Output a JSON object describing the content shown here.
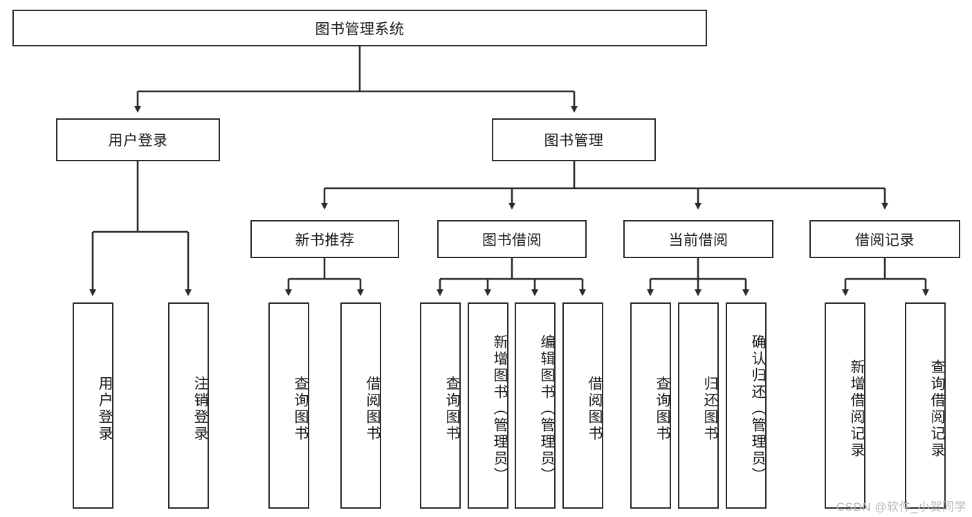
{
  "diagram": {
    "title": "图书管理系统",
    "type": "tree-hierarchy-flowchart",
    "root": {
      "id": "root",
      "label": "图书管理系统"
    },
    "level2": [
      {
        "id": "user-login",
        "label": "用户登录"
      },
      {
        "id": "book-manage",
        "label": "图书管理"
      }
    ],
    "level3": [
      {
        "id": "new-book-rec",
        "label": "新书推荐",
        "parent": "book-manage"
      },
      {
        "id": "book-borrow",
        "label": "图书借阅",
        "parent": "book-manage"
      },
      {
        "id": "current-borrow",
        "label": "当前借阅",
        "parent": "book-manage"
      },
      {
        "id": "borrow-record",
        "label": "借阅记录",
        "parent": "book-manage"
      }
    ],
    "leaves": {
      "user_login": [
        {
          "id": "leaf-user-login",
          "label": "用户登录"
        },
        {
          "id": "leaf-logout",
          "label": "注销登录"
        }
      ],
      "new_book_rec": [
        {
          "id": "leaf-query-book-1",
          "label": "查询图书"
        },
        {
          "id": "leaf-borrow-book-1",
          "label": "借阅图书"
        }
      ],
      "book_borrow": [
        {
          "id": "leaf-query-book-2",
          "label": "查询图书"
        },
        {
          "id": "leaf-add-book",
          "label": "新增图书（管理员）"
        },
        {
          "id": "leaf-edit-book",
          "label": "编辑图书（管理员）"
        },
        {
          "id": "leaf-borrow-book-2",
          "label": "借阅图书"
        }
      ],
      "current_borrow": [
        {
          "id": "leaf-query-book-3",
          "label": "查询图书"
        },
        {
          "id": "leaf-return-book",
          "label": "归还图书"
        },
        {
          "id": "leaf-confirm-return",
          "label": "确认归还（管理员）"
        }
      ],
      "borrow_record": [
        {
          "id": "leaf-add-record",
          "label": "新增借阅记录"
        },
        {
          "id": "leaf-query-record",
          "label": "查询借阅记录"
        }
      ]
    }
  },
  "watermark": {
    "text": "CSDN @软件_小贺同学"
  },
  "colors": {
    "stroke": "#2b2b2b",
    "fill": "#ffffff",
    "text": "#1a1a1a",
    "watermark": "#b8b8b8"
  }
}
